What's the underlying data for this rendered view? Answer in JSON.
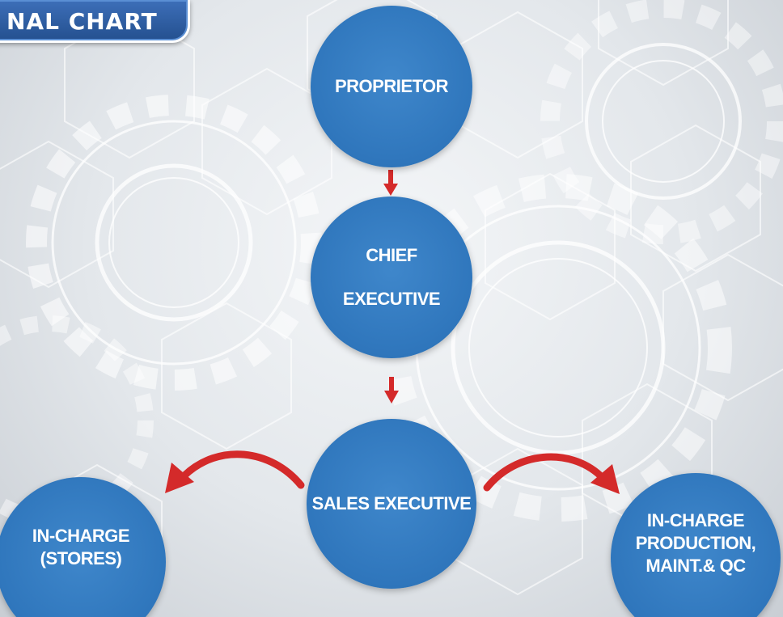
{
  "title": "NAL CHART",
  "nodes": {
    "proprietor": {
      "lines": [
        "PROPRIETOR"
      ]
    },
    "chief_executive": {
      "lines": [
        "CHIEF",
        "EXECUTIVE"
      ]
    },
    "sales_executive": {
      "lines": [
        "SALES EXECUTIVE"
      ]
    },
    "in_charge_stores": {
      "lines": [
        "IN-CHARGE",
        "(STORES)"
      ]
    },
    "in_charge_production": {
      "lines": [
        "IN-CHARGE",
        "PRODUCTION,",
        "MAINT.& QC"
      ]
    }
  },
  "colors": {
    "node_fill": "#2f76bc",
    "arrow": "#d42a2a",
    "title_bar": "#2d5da3",
    "background": "#e3e7eb"
  }
}
